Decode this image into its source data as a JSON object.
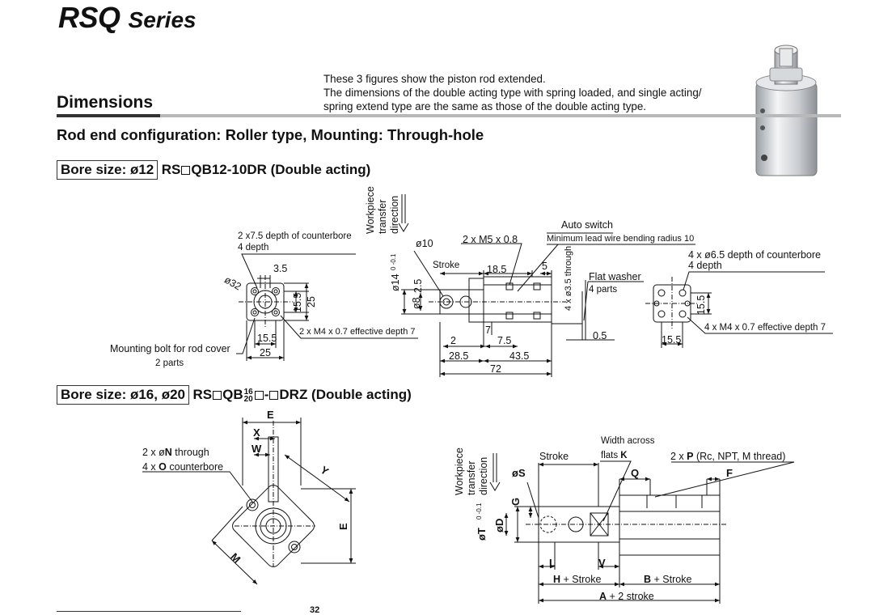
{
  "header": {
    "series_code": "RSQ",
    "series_word": "Series",
    "section": "Dimensions",
    "intro_lines": [
      "These 3 figures show the piston rod extended.",
      "The dimensions of the double acting type with spring loaded, and single acting/",
      "spring extend type are the same as those of the double acting type."
    ],
    "config": "Rod end configuration: Roller type, Mounting: Through-hole"
  },
  "bore12": {
    "box_label": "Bore size: ø12",
    "model_prefix": "RS",
    "model_suffix": "QB12-10DR (Double acting)",
    "labels": {
      "counterbore_a": "2 x7.5 depth of counterbore",
      "counterbore_b": "4 depth",
      "d35": "3.5",
      "d32": "ø32",
      "d155v": "15.5",
      "d25v": "25",
      "d155h": "15.5",
      "d25h": "25",
      "m4": "2 x M4 x 0.7 effective depth 7",
      "mount_bolt": "Mounting bolt for rod cover",
      "mount_parts": "2 parts",
      "wp1": "Workpiece",
      "wp2": "transfer",
      "wp3": "direction",
      "phi10": "ø10",
      "m5": "2 x M5 x 0.8",
      "auto_switch": "Auto switch",
      "min_lead": "Minimum lead wire bending radius 10",
      "stroke": "Stroke",
      "d185": "18.5",
      "d5": "5",
      "through": "4 x ø3.5 through",
      "phi14": "ø14",
      "tol14": "0 -0.1",
      "d25s": "2.5",
      "phi8": "ø8",
      "flat_washer": "Flat washer",
      "flat_parts": "4 parts",
      "d7": "7",
      "d2": "2",
      "d75": "7.5",
      "d05": "0.5",
      "d285": "28.5",
      "d435": "43.5",
      "d72": "72",
      "cb65a": "4 x ø6.5 depth of counterbore",
      "cb65b": "4 depth",
      "d155r": "15.5",
      "m4r": "4 x M4 x 0.7 effective depth 7",
      "d155rb": "15.5"
    }
  },
  "bore1620": {
    "box_label": "Bore size: ø16, ø20",
    "model_prefix": "RS",
    "model_mid": "QB",
    "frac_top": "16",
    "frac_bottom": "20",
    "model_suffix": "DRZ (Double acting)",
    "labels": {
      "E": "E",
      "X": "X",
      "W": "W",
      "n_pre": "2 x ø",
      "n_letter": "N",
      "n_post": " through",
      "o_pre": "4 x ",
      "o_letter": "O",
      "o_post": " counterbore",
      "Y": "Y",
      "E2": "E",
      "M": "M",
      "wp1": "Workpiece",
      "wp2": "transfer",
      "wp3": "direction",
      "S": "øS",
      "G": "G",
      "D": "øD",
      "T": "øT",
      "T_tol": "0 -0.1",
      "stroke": "Stroke",
      "width_across": "Width across",
      "flats_pre": "flats ",
      "flats_K": "K",
      "Q": "Q",
      "p_pre": "2 x ",
      "p_letter": "P",
      "p_post": " (Rc, NPT, M thread)",
      "F": "F",
      "L": "L",
      "V": "V",
      "H": "H",
      "H_post": " + Stroke",
      "B": "B",
      "B_post": " + Stroke",
      "A": "A",
      "A_post": " + 2 stroke"
    }
  },
  "footer": {
    "page": "32"
  }
}
